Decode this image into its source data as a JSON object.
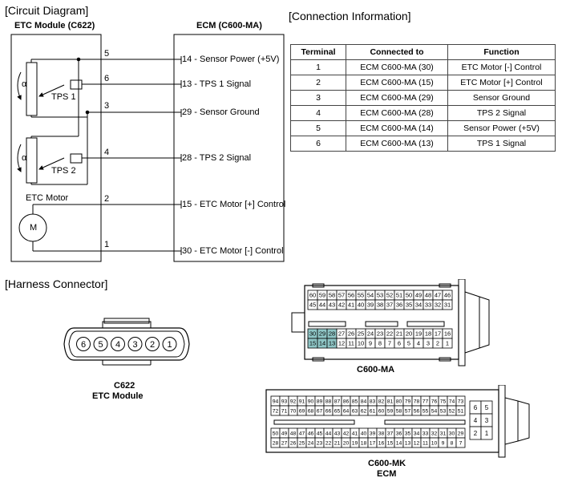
{
  "circuit": {
    "heading": "[Circuit Diagram]",
    "etc_module_title": "ETC Module (C622)",
    "ecm_title": "ECM (C600-MA)",
    "tps1": "TPS 1",
    "tps2": "TPS 2",
    "alpha": "α",
    "motor_label": "ETC Motor",
    "motor_symbol": "M",
    "wires": [
      {
        "pin": "5",
        "ecm": "14 - Sensor Power (+5V)"
      },
      {
        "pin": "6",
        "ecm": "13 - TPS 1 Signal"
      },
      {
        "pin": "3",
        "ecm": "29 - Sensor Ground"
      },
      {
        "pin": "4",
        "ecm": "28 - TPS 2 Signal"
      },
      {
        "pin": "2",
        "ecm": "15 - ETC Motor [+] Control"
      },
      {
        "pin": "1",
        "ecm": "30 - ETC Motor [-] Control"
      }
    ]
  },
  "connection": {
    "heading": "[Connection Information]",
    "headers": [
      "Terminal",
      "Connected to",
      "Function"
    ],
    "rows": [
      [
        "1",
        "ECM C600-MA (30)",
        "ETC Motor [-] Control"
      ],
      [
        "2",
        "ECM C600-MA (15)",
        "ETC Motor [+] Control"
      ],
      [
        "3",
        "ECM C600-MA (29)",
        "Sensor Ground"
      ],
      [
        "4",
        "ECM C600-MA (28)",
        "TPS 2 Signal"
      ],
      [
        "5",
        "ECM C600-MA (14)",
        "Sensor Power (+5V)"
      ],
      [
        "6",
        "ECM C600-MA (13)",
        "TPS 1 Signal"
      ]
    ]
  },
  "harness": {
    "heading": "[Harness Connector]",
    "c622_pins": [
      "6",
      "5",
      "4",
      "3",
      "2",
      "1"
    ],
    "c622_label": "C622",
    "c622_sub": "ETC Module",
    "ma_label": "C600-MA",
    "ma_rows": [
      [
        "60",
        "59",
        "58",
        "57",
        "56",
        "55",
        "54",
        "53",
        "52",
        "51",
        "50",
        "49",
        "48",
        "47",
        "46"
      ],
      [
        "45",
        "44",
        "43",
        "42",
        "41",
        "40",
        "39",
        "38",
        "37",
        "36",
        "35",
        "34",
        "33",
        "32",
        "31"
      ],
      [
        "30",
        "29",
        "28",
        "27",
        "26",
        "25",
        "24",
        "23",
        "22",
        "21",
        "20",
        "19",
        "18",
        "17",
        "16"
      ],
      [
        "15",
        "14",
        "13",
        "12",
        "11",
        "10",
        "9",
        "8",
        "7",
        "6",
        "5",
        "4",
        "3",
        "2",
        "1"
      ]
    ],
    "mk_label": "C600-MK",
    "mk_sub": "ECM",
    "mk_rows": [
      [
        "94",
        "93",
        "92",
        "91",
        "90",
        "89",
        "88",
        "87",
        "86",
        "85",
        "84",
        "83",
        "82",
        "81",
        "80",
        "79",
        "78",
        "77",
        "76",
        "75",
        "74",
        "73"
      ],
      [
        "72",
        "71",
        "70",
        "69",
        "68",
        "67",
        "66",
        "65",
        "64",
        "63",
        "62",
        "61",
        "60",
        "59",
        "58",
        "57",
        "56",
        "55",
        "54",
        "53",
        "52",
        "51"
      ],
      [
        "50",
        "49",
        "48",
        "47",
        "46",
        "45",
        "44",
        "43",
        "42",
        "41",
        "40",
        "39",
        "38",
        "37",
        "36",
        "35",
        "34",
        "33",
        "32",
        "31",
        "30",
        "29"
      ],
      [
        "28",
        "27",
        "26",
        "25",
        "24",
        "23",
        "22",
        "21",
        "20",
        "19",
        "18",
        "17",
        "16",
        "15",
        "14",
        "13",
        "12",
        "11",
        "10",
        "9",
        "8",
        "7"
      ]
    ],
    "mk_side": [
      [
        "6",
        "5"
      ],
      [
        "4",
        "3"
      ],
      [
        "2",
        "1"
      ]
    ],
    "highlight_color": "#8fc6c6"
  }
}
